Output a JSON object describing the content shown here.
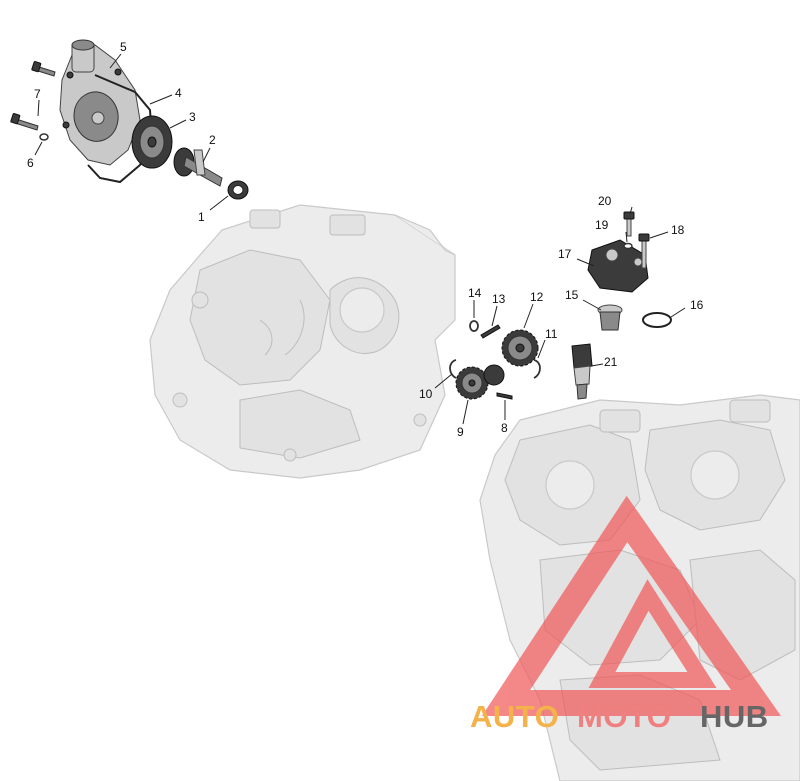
{
  "diagram": {
    "callouts": [
      "1",
      "2",
      "3",
      "4",
      "5",
      "6",
      "7",
      "8",
      "9",
      "10",
      "11",
      "12",
      "13",
      "14",
      "15",
      "16",
      "17",
      "18",
      "19",
      "20",
      "21"
    ]
  },
  "watermark": {
    "part1": "AUTO",
    "part2": "MOTO",
    "part3": "HUB",
    "colors": {
      "auto": "#f3b24a",
      "moto": "#f07f7f",
      "hub": "#666666",
      "triangle": "#f15a5a"
    }
  }
}
